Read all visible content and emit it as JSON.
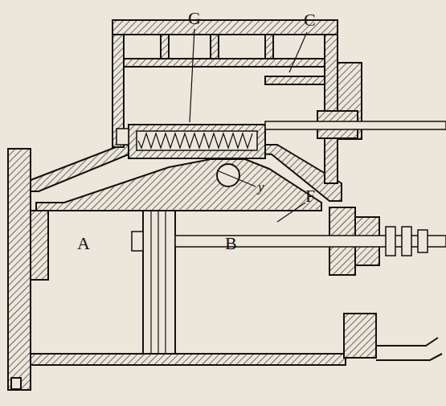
{
  "diagram": {
    "labels": [
      "G",
      "C",
      "y",
      "F",
      "A",
      "B"
    ]
  }
}
